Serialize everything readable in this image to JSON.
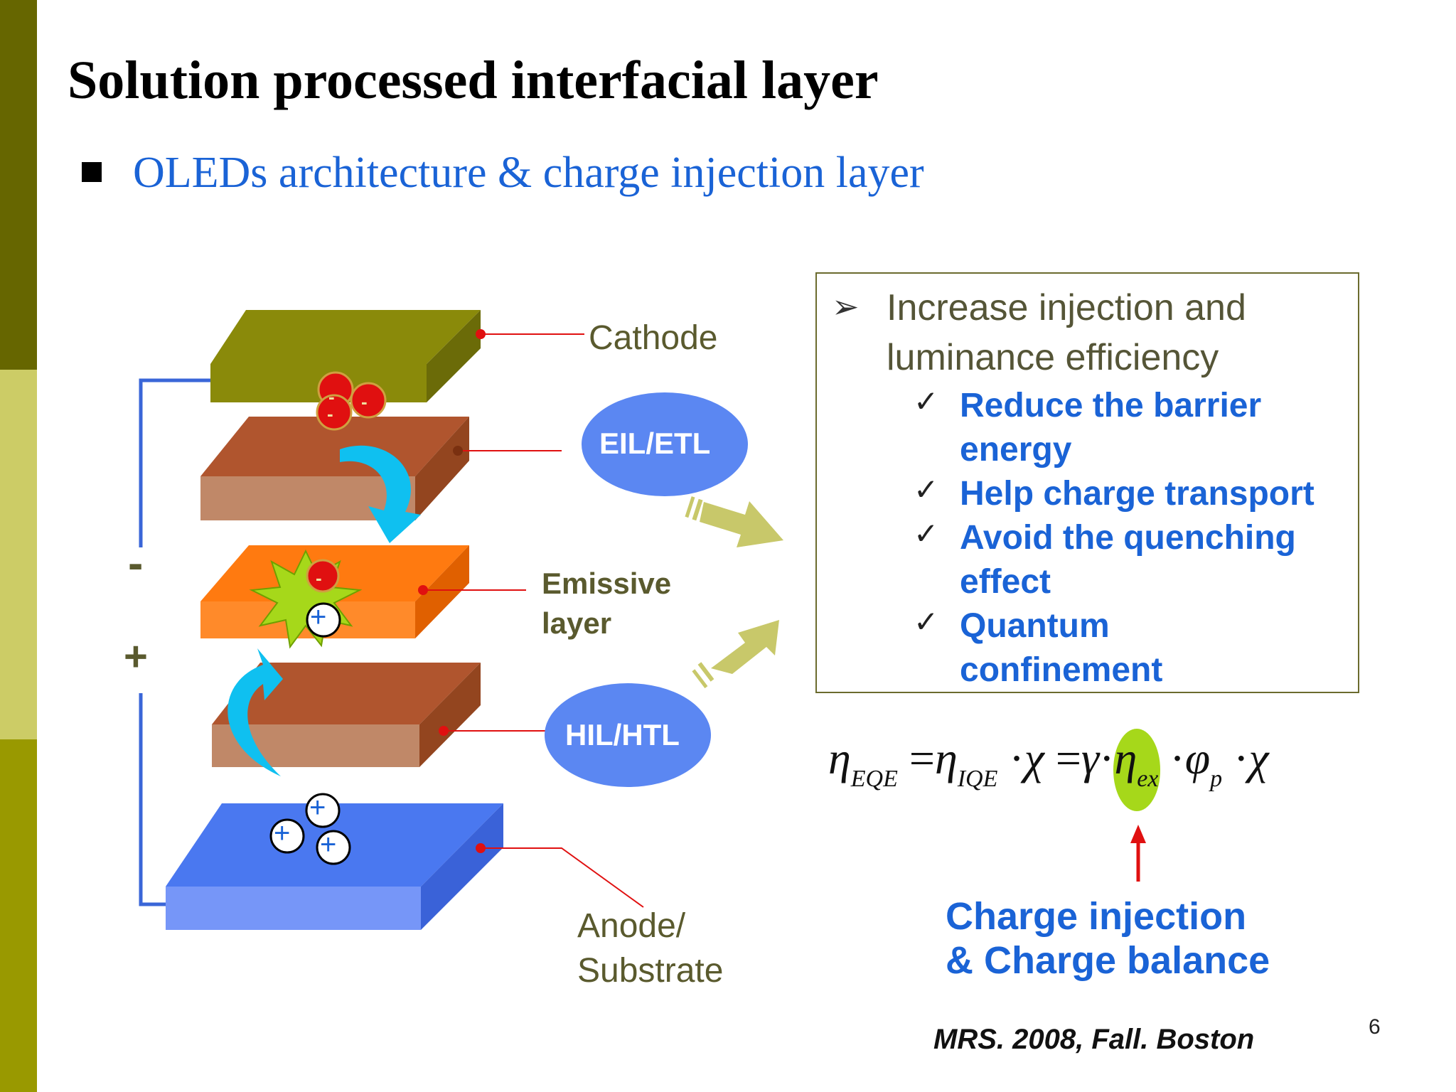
{
  "slide": {
    "title": "Solution processed interfacial layer",
    "subtitle": "OLEDs architecture & charge injection layer",
    "page_number": "6",
    "citation": "MRS. 2008, Fall. Boston"
  },
  "diagram": {
    "layers": {
      "cathode": "Cathode",
      "eil_etl": "EIL/ETL",
      "emissive_line1": "Emissive",
      "emissive_line2": "layer",
      "hil_htl": "HIL/HTL",
      "anode_line1": "Anode/",
      "anode_line2": "Substrate"
    },
    "polarity": {
      "minus": "-",
      "plus": "+"
    },
    "particle_signs": {
      "electron": "-",
      "hole": "+"
    },
    "colors": {
      "cathode": "#8a8a0a",
      "transport": "#b0552e",
      "emissive": "#ff7a10",
      "anode": "#4a78f0",
      "flow_arrow": "#0fc0f0",
      "ellipse": "#5b87f2",
      "accent_blue": "#1a63d6"
    }
  },
  "callout": {
    "heading_line1": "Increase injection and",
    "heading_line2": "luminance efficiency",
    "items": [
      {
        "line1": "Reduce the barrier",
        "line2": "energy"
      },
      {
        "line1": "Help charge transport",
        "line2": ""
      },
      {
        "line1": "Avoid the quenching",
        "line2": "effect"
      },
      {
        "line1": "Quantum",
        "line2": "confinement"
      }
    ]
  },
  "formula": {
    "eta": "η",
    "eqe": "EQE",
    "iqe": "IQE",
    "chi": "χ",
    "gamma": "γ",
    "ex": "ex",
    "phi": "φ",
    "p": "p"
  },
  "conclusion": {
    "line1": "Charge injection",
    "line2": "& Charge balance"
  }
}
